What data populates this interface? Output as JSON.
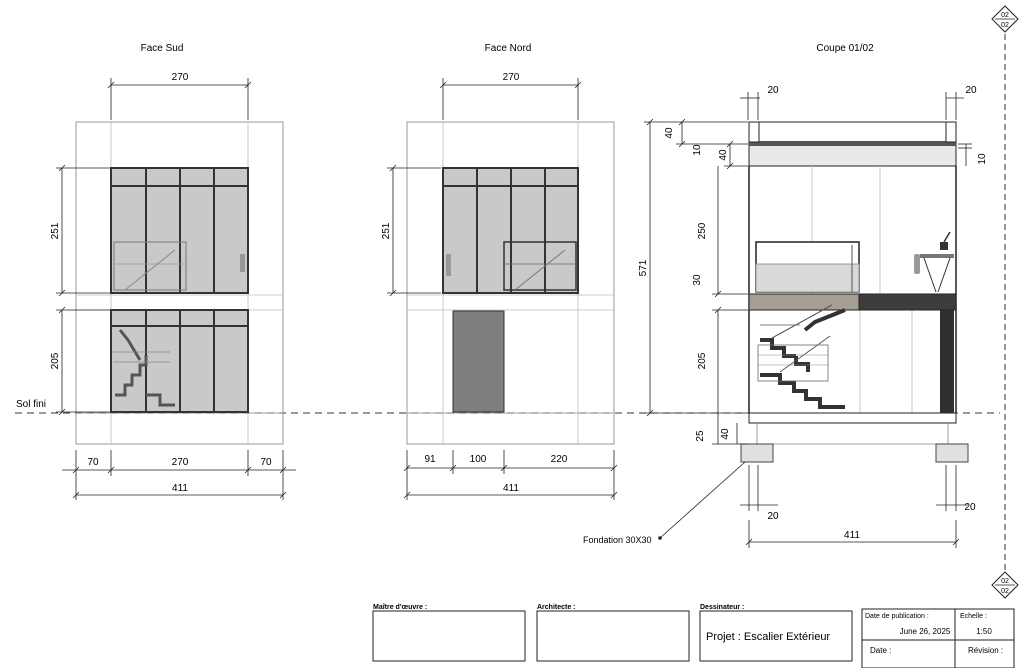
{
  "views": {
    "south_title": "Face Sud",
    "north_title": "Face Nord",
    "section_title": "Coupe 01/02"
  },
  "dims": {
    "d270": "270",
    "d251": "251",
    "d205": "205",
    "d70": "70",
    "d411": "411",
    "d91": "91",
    "d100": "100",
    "d220": "220",
    "d20": "20",
    "d40": "40",
    "d10": "10",
    "d250": "250",
    "d30": "30",
    "d571": "571",
    "d25": "25"
  },
  "labels": {
    "sol_fini": "Sol fini",
    "fondation": "Fondation 30X30"
  },
  "section_marker": {
    "top": "02",
    "bottom": "02"
  },
  "title_block": {
    "maitre_label": "Maître d'œuvre :",
    "architecte_label": "Architecte :",
    "dessinateur_label": "Dessinateur :",
    "projet": "Projet : Escalier  Extérieur",
    "date_pub_label": "Date de publication :",
    "echelle_label": "Echelle :",
    "date_pub_value": "June 26, 2025",
    "echelle_value": "1:50",
    "date_label": "Date :",
    "revision_label": "Révision :"
  }
}
